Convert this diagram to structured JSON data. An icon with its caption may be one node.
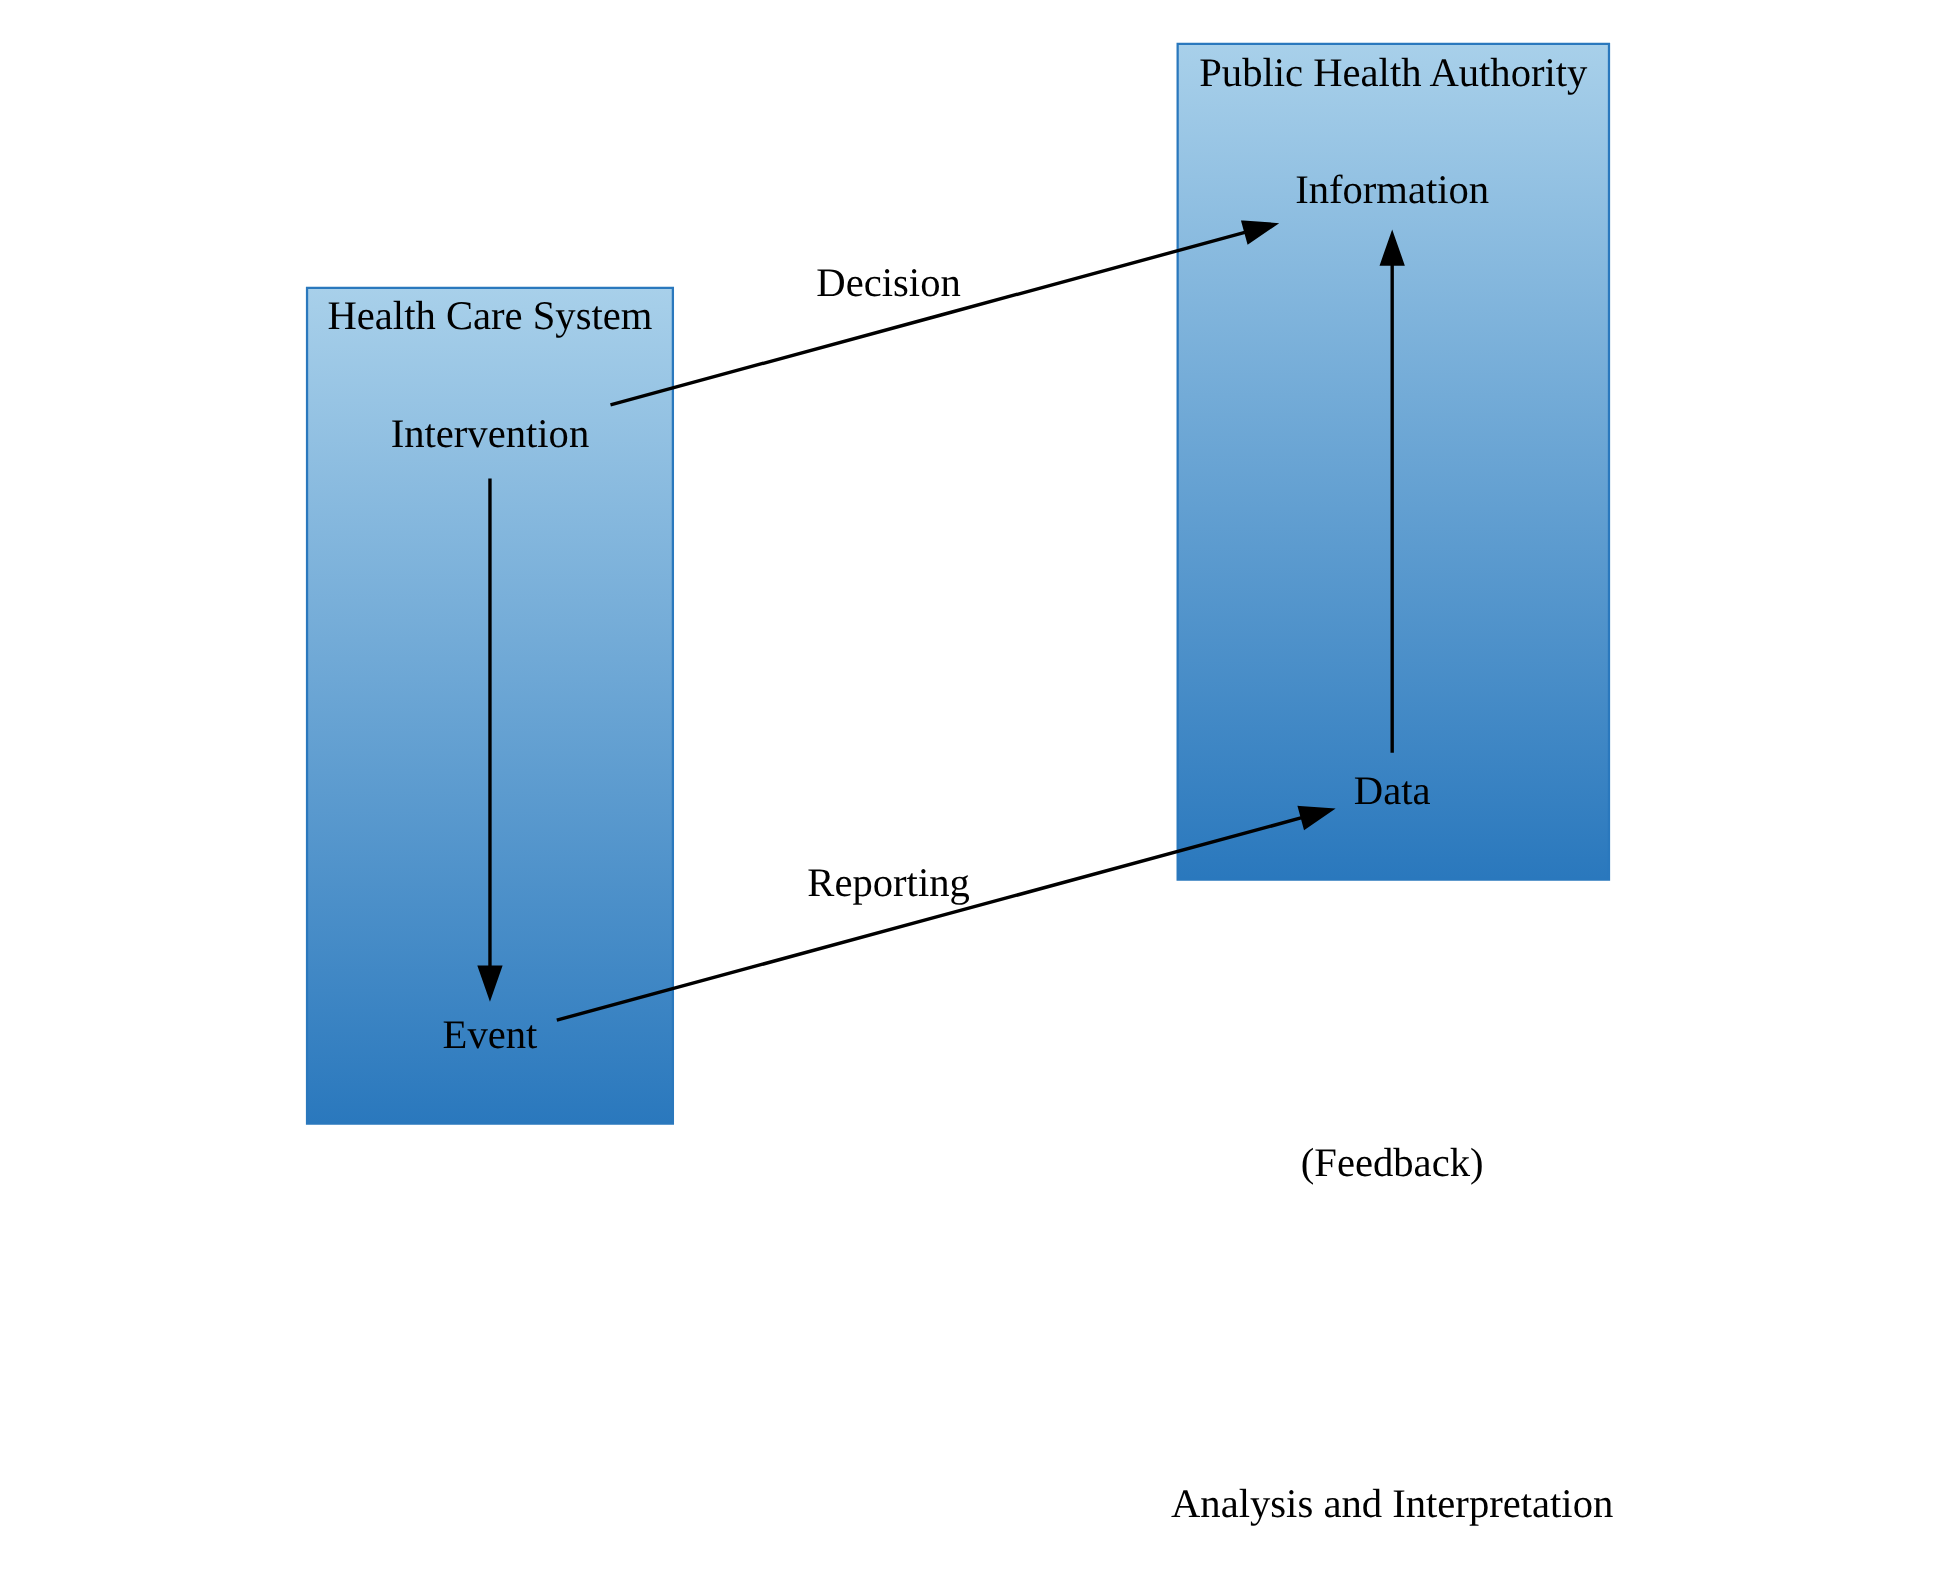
{
  "diagram": {
    "nodes": [
      {
        "text": [
          "Health Care System"
        ]
      },
      {
        "text": [
          "Event"
        ],
        "in": 0
      },
      {
        "text": [
          "Intervention"
        ],
        "in": 0
      },
      {
        "text": [
          "Public Health Authority"
        ]
      },
      {
        "text": [
          "Data"
        ],
        "in": 3
      },
      {
        "text": [
          "Information"
        ],
        "in": 3
      }
    ],
    "edges": [
      {
        "from": 1,
        "to": 4,
        "arrow": "to",
        "label": "Reporting"
      },
      {
        "from": 2,
        "to": 1,
        "arrow": "to"
      },
      {
        "from": 4,
        "to": 5,
        "arrow": "to"
      },
      {
        "from": 2,
        "to": 5,
        "arrow": "to",
        "label": "Decision"
      }
    ],
    "labels": [
      "Analysis and Interpretation",
      "(Feedback)"
    ]
  }
}
